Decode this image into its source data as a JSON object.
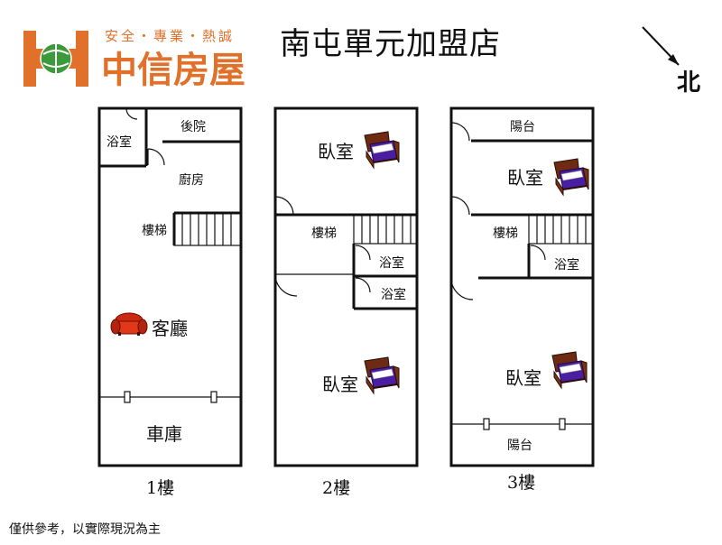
{
  "header": {
    "slogan": "安全・專業・熱誠",
    "brand_name": "中信房屋",
    "store_name": "南屯單元加盟店",
    "brand_color": "#e0702a",
    "logo_color": "#3c9a3c"
  },
  "compass": {
    "label": "北"
  },
  "floors": [
    {
      "label": "1樓",
      "rooms": [
        "後院",
        "浴室",
        "廚房",
        "樓梯",
        "客廳",
        "車庫"
      ]
    },
    {
      "label": "2樓",
      "rooms": [
        "臥室",
        "樓梯",
        "浴室",
        "浴室",
        "臥室"
      ]
    },
    {
      "label": "3樓",
      "rooms": [
        "陽台",
        "臥室",
        "樓梯",
        "浴室",
        "臥室",
        "陽台"
      ]
    }
  ],
  "footer": {
    "disclaimer": "僅供參考，以實際現況為主"
  },
  "icons": {
    "bed": "bed-icon",
    "sofa": "sofa-icon"
  }
}
